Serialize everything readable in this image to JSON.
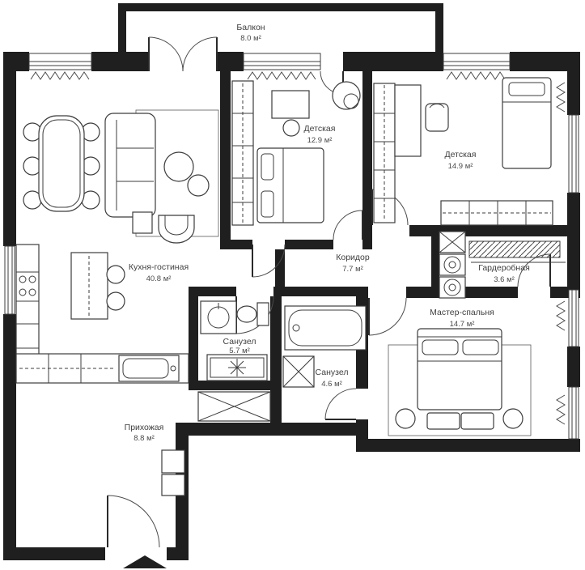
{
  "palette": {
    "wall_color": "#1f1f1f",
    "furniture_line_color": "#3c3c3c",
    "text_color": "#3f3f3f",
    "background": "#ffffff"
  },
  "plan_type": "apartment floor plan",
  "rooms": [
    {
      "id": "balcony",
      "name": "Балкон",
      "area": "8.0 м²"
    },
    {
      "id": "kitchen_living",
      "name": "Кухня-гостиная",
      "area": "40.8 м²"
    },
    {
      "id": "kids_room_1",
      "name": "Детская",
      "area": "12.9 м²"
    },
    {
      "id": "kids_room_2",
      "name": "Детская",
      "area": "14.9 м²"
    },
    {
      "id": "corridor",
      "name": "Коридор",
      "area": "7.7 м²"
    },
    {
      "id": "walk_in_closet",
      "name": "Гардеробная",
      "area": "3.6 м²"
    },
    {
      "id": "master_bedroom",
      "name": "Мастер-спальня",
      "area": "14.7 м²"
    },
    {
      "id": "bathroom_1",
      "name": "Санузел",
      "area": "5.7 м²"
    },
    {
      "id": "bathroom_2",
      "name": "Санузел",
      "area": "4.6 м²"
    },
    {
      "id": "hallway",
      "name": "Прихожая",
      "area": "8.8 м²"
    }
  ],
  "symbols": {
    "entrance_marker": "entrance-arrow"
  }
}
